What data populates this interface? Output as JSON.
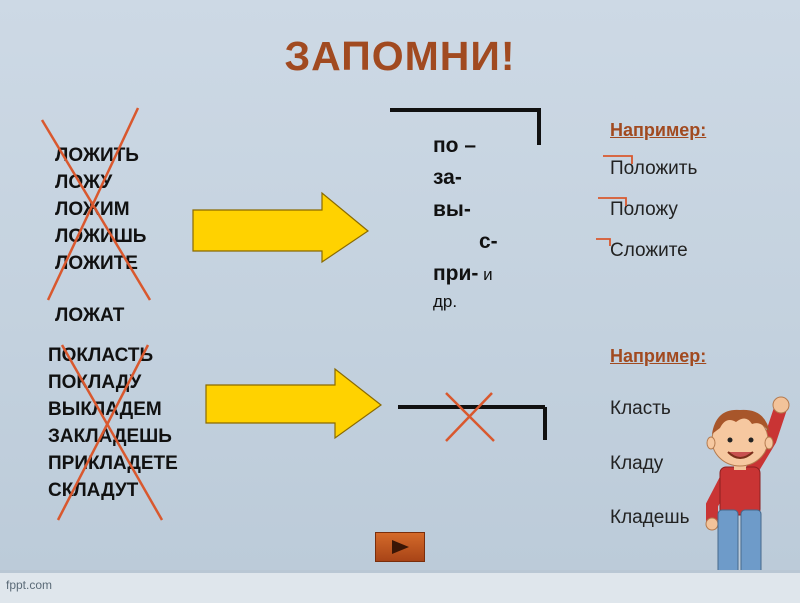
{
  "title": "ЗАПОМНИ!",
  "list1": [
    "ЛОЖИТЬ",
    "ЛОЖУ",
    "ЛОЖИМ",
    "ЛОЖИШЬ",
    "ЛОЖИТЕ"
  ],
  "list1_last": "ЛОЖАТ",
  "list2": [
    "ПОКЛАСТЬ",
    "ПОКЛАДУ",
    "ВЫКЛАДЕМ",
    "ЗАКЛАДЕШЬ",
    "ПРИКЛАДЕТЕ",
    "СКЛАДУТ"
  ],
  "prefixes": {
    "p1": "по –",
    "p2": "за-",
    "p3": "вы-",
    "p4": "с-",
    "p5": "при-",
    "p5_tail": " и",
    "p6": "др."
  },
  "examples1": {
    "head": "Например:",
    "items": [
      "Положить",
      "Положу",
      "Сложите"
    ]
  },
  "examples2": {
    "head": "Например:",
    "items": [
      "Класть",
      "Кладу",
      "Кладешь"
    ]
  },
  "footer": "fppt.com",
  "colors": {
    "title": "#a14a20",
    "arrow": "#ffd200",
    "cross": "#d9582e"
  },
  "icons": {
    "next": "play-triangle-icon",
    "character": "boy-waving-icon"
  }
}
